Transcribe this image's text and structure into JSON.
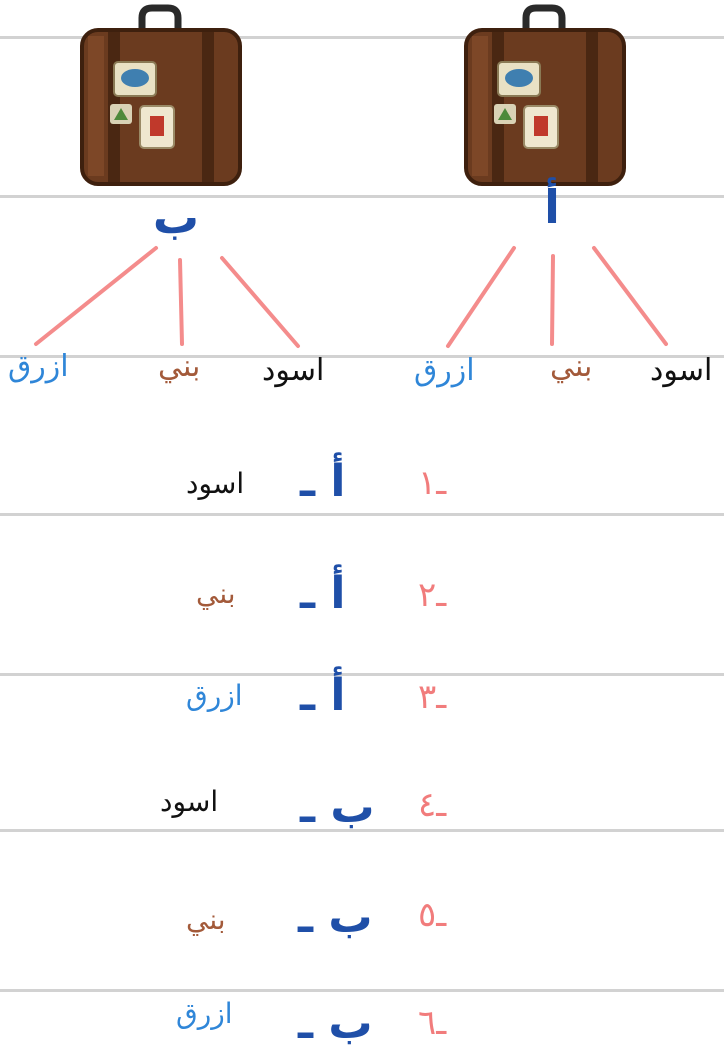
{
  "colors": {
    "navy": "#1f4fa8",
    "pink_lines": "#f48c8c",
    "black_word": "#111111",
    "brown_word": "#a35a3a",
    "blue_word": "#2f86d8",
    "row_number": "#f17c7c",
    "rules": "#d2d2d2"
  },
  "tree": {
    "left": {
      "letter": "ب",
      "words": {
        "black": "اسود",
        "brown": "بني",
        "blue": "ازرق"
      }
    },
    "right": {
      "letter": "أ",
      "words": {
        "black": "اسود",
        "brown": "بني",
        "blue": "ازرق"
      }
    }
  },
  "outcomes": [
    {
      "num": "١",
      "letter": "أ",
      "word": "اسود"
    },
    {
      "num": "٢",
      "letter": "أ",
      "word": "بني"
    },
    {
      "num": "٣",
      "letter": "أ",
      "word": "ازرق"
    },
    {
      "num": "٤",
      "letter": "ب",
      "word": "اسود"
    },
    {
      "num": "٥",
      "letter": "ب",
      "word": "بني"
    },
    {
      "num": "٦",
      "letter": "ب",
      "word": "ازرق"
    }
  ],
  "icons": [
    "suitcase-icon"
  ]
}
